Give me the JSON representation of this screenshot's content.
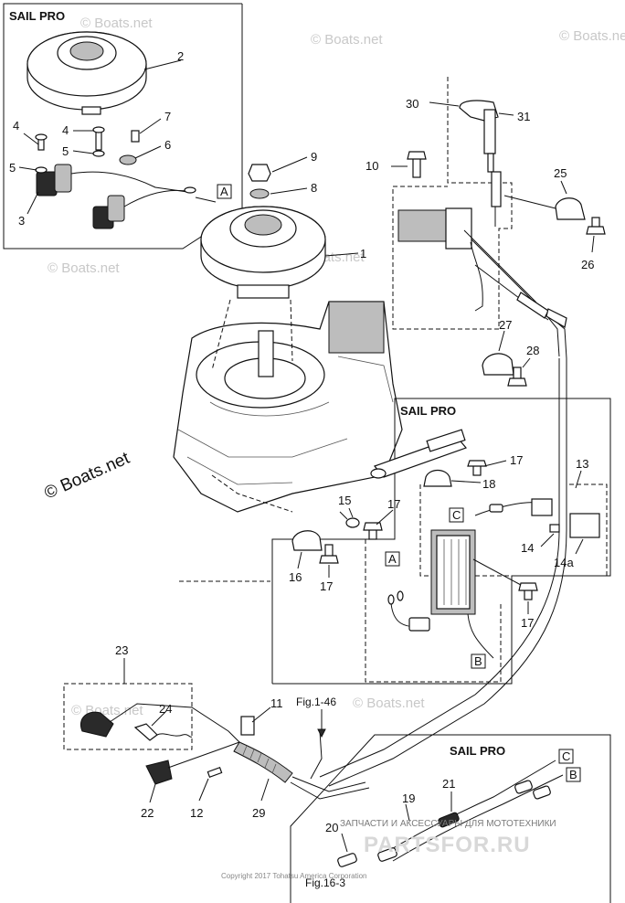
{
  "headers": {
    "sail_pro_top": "SAIL PRO",
    "sail_pro_mid": "SAIL PRO",
    "sail_pro_bottom": "SAIL PRO"
  },
  "part_numbers": {
    "n1": "1",
    "n2": "2",
    "n3": "3",
    "n4a": "4",
    "n4b": "4",
    "n5a": "5",
    "n5b": "5",
    "n6": "6",
    "n7": "7",
    "n8": "8",
    "n9": "9",
    "n10": "10",
    "n11": "11",
    "n12": "12",
    "n13": "13",
    "n14": "14",
    "n14a": "14a",
    "n15": "15",
    "n16": "16",
    "n17a": "17",
    "n17b": "17",
    "n17c": "17",
    "n17d": "17",
    "n18": "18",
    "n19": "19",
    "n20": "20",
    "n21": "21",
    "n22": "22",
    "n23": "23",
    "n24": "24",
    "n25": "25",
    "n26": "26",
    "n27": "27",
    "n28": "28",
    "n29": "29",
    "n30": "30",
    "n31": "31"
  },
  "connector_tags": {
    "a_top": "A",
    "a_mid": "A",
    "b_mid": "B",
    "b_bottom": "B",
    "c_mid": "C",
    "c_bottom": "C"
  },
  "figure_refs": {
    "fig_1_46": "Fig.1-46",
    "fig_16_3": "Fig.16-3"
  },
  "watermarks": {
    "boats_1": "© Boats.net",
    "boats_2": "© Boats.net",
    "boats_3": "© Boats.net",
    "boats_4": "© Boats.net",
    "boats_5": "© Boats.net",
    "boats_6": "© Boats.net",
    "boats_7": "© Boats.net",
    "boats_main": "© Boats.net"
  },
  "footer": {
    "copyright": "Copyright 2017 Tohatsu America Corporation",
    "promo": "ЗАПЧАСТИ И АКСЕССУАРЫ ДЛЯ МОТОТЕХНИКИ",
    "brand": "PARTSFOR.RU"
  }
}
